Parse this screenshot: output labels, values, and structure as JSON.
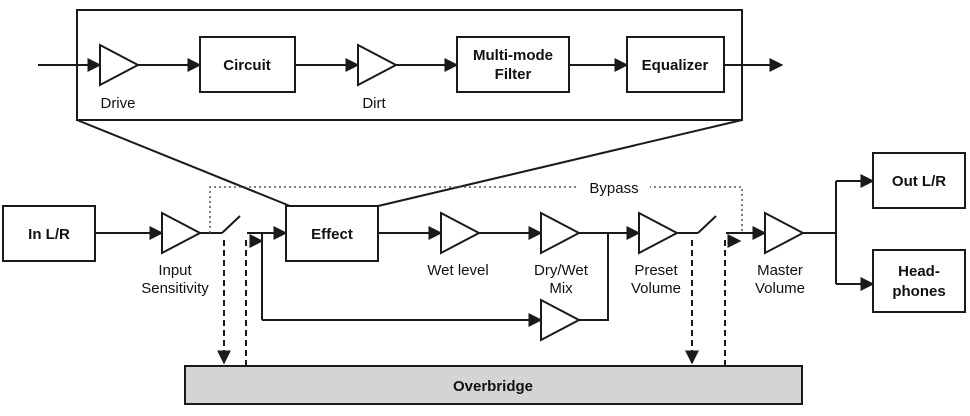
{
  "blocks": {
    "drive": "Drive",
    "circuit": "Circuit",
    "dirt": "Dirt",
    "filter_line1": "Multi-mode",
    "filter_line2": "Filter",
    "equalizer": "Equalizer",
    "in_lr": "In L/R",
    "input_line1": "Input",
    "input_line2": "Sensitivity",
    "effect": "Effect",
    "wet_level": "Wet level",
    "drywet_line1": "Dry/Wet",
    "drywet_line2": "Mix",
    "preset_line1": "Preset",
    "preset_line2": "Volume",
    "master_line1": "Master",
    "master_line2": "Volume",
    "out_lr": "Out L/R",
    "headphones_line1": "Head-",
    "headphones_line2": "phones",
    "bypass": "Bypass",
    "overbridge": "Overbridge"
  },
  "colors": {
    "line": "#1a1a1a",
    "overbridge_fill": "#d4d4d4",
    "bypass_line": "#555555"
  }
}
